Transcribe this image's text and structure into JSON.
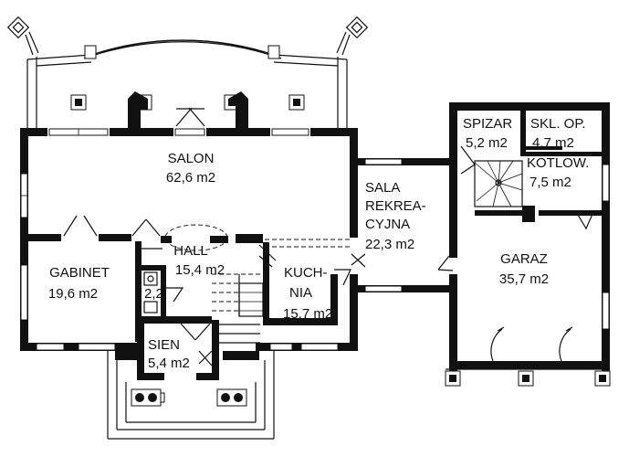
{
  "plan": {
    "rooms": [
      {
        "name": "SALON",
        "area": "62,6 m2"
      },
      {
        "name": "SALA",
        "name2": "REKREA-",
        "name3": "CYJNA",
        "area": "22,3 m2"
      },
      {
        "name": "SPIZAR",
        "area": "5,2 m2"
      },
      {
        "name": "SKL. OP.",
        "area": "4,7 m2"
      },
      {
        "name": "KOTLOW.",
        "area": "7,5 m2"
      },
      {
        "name": "GARAZ",
        "area": "35,7 m2"
      },
      {
        "name": "HALL",
        "area": "15,4 m2"
      },
      {
        "name": "GABINET",
        "area": "19,6 m2"
      },
      {
        "name": "KUCH-",
        "name2": "NIA",
        "area": "15,7 m2"
      },
      {
        "name": "SIEN",
        "area": "5,4 m2"
      },
      {
        "area": "2,2"
      }
    ]
  }
}
